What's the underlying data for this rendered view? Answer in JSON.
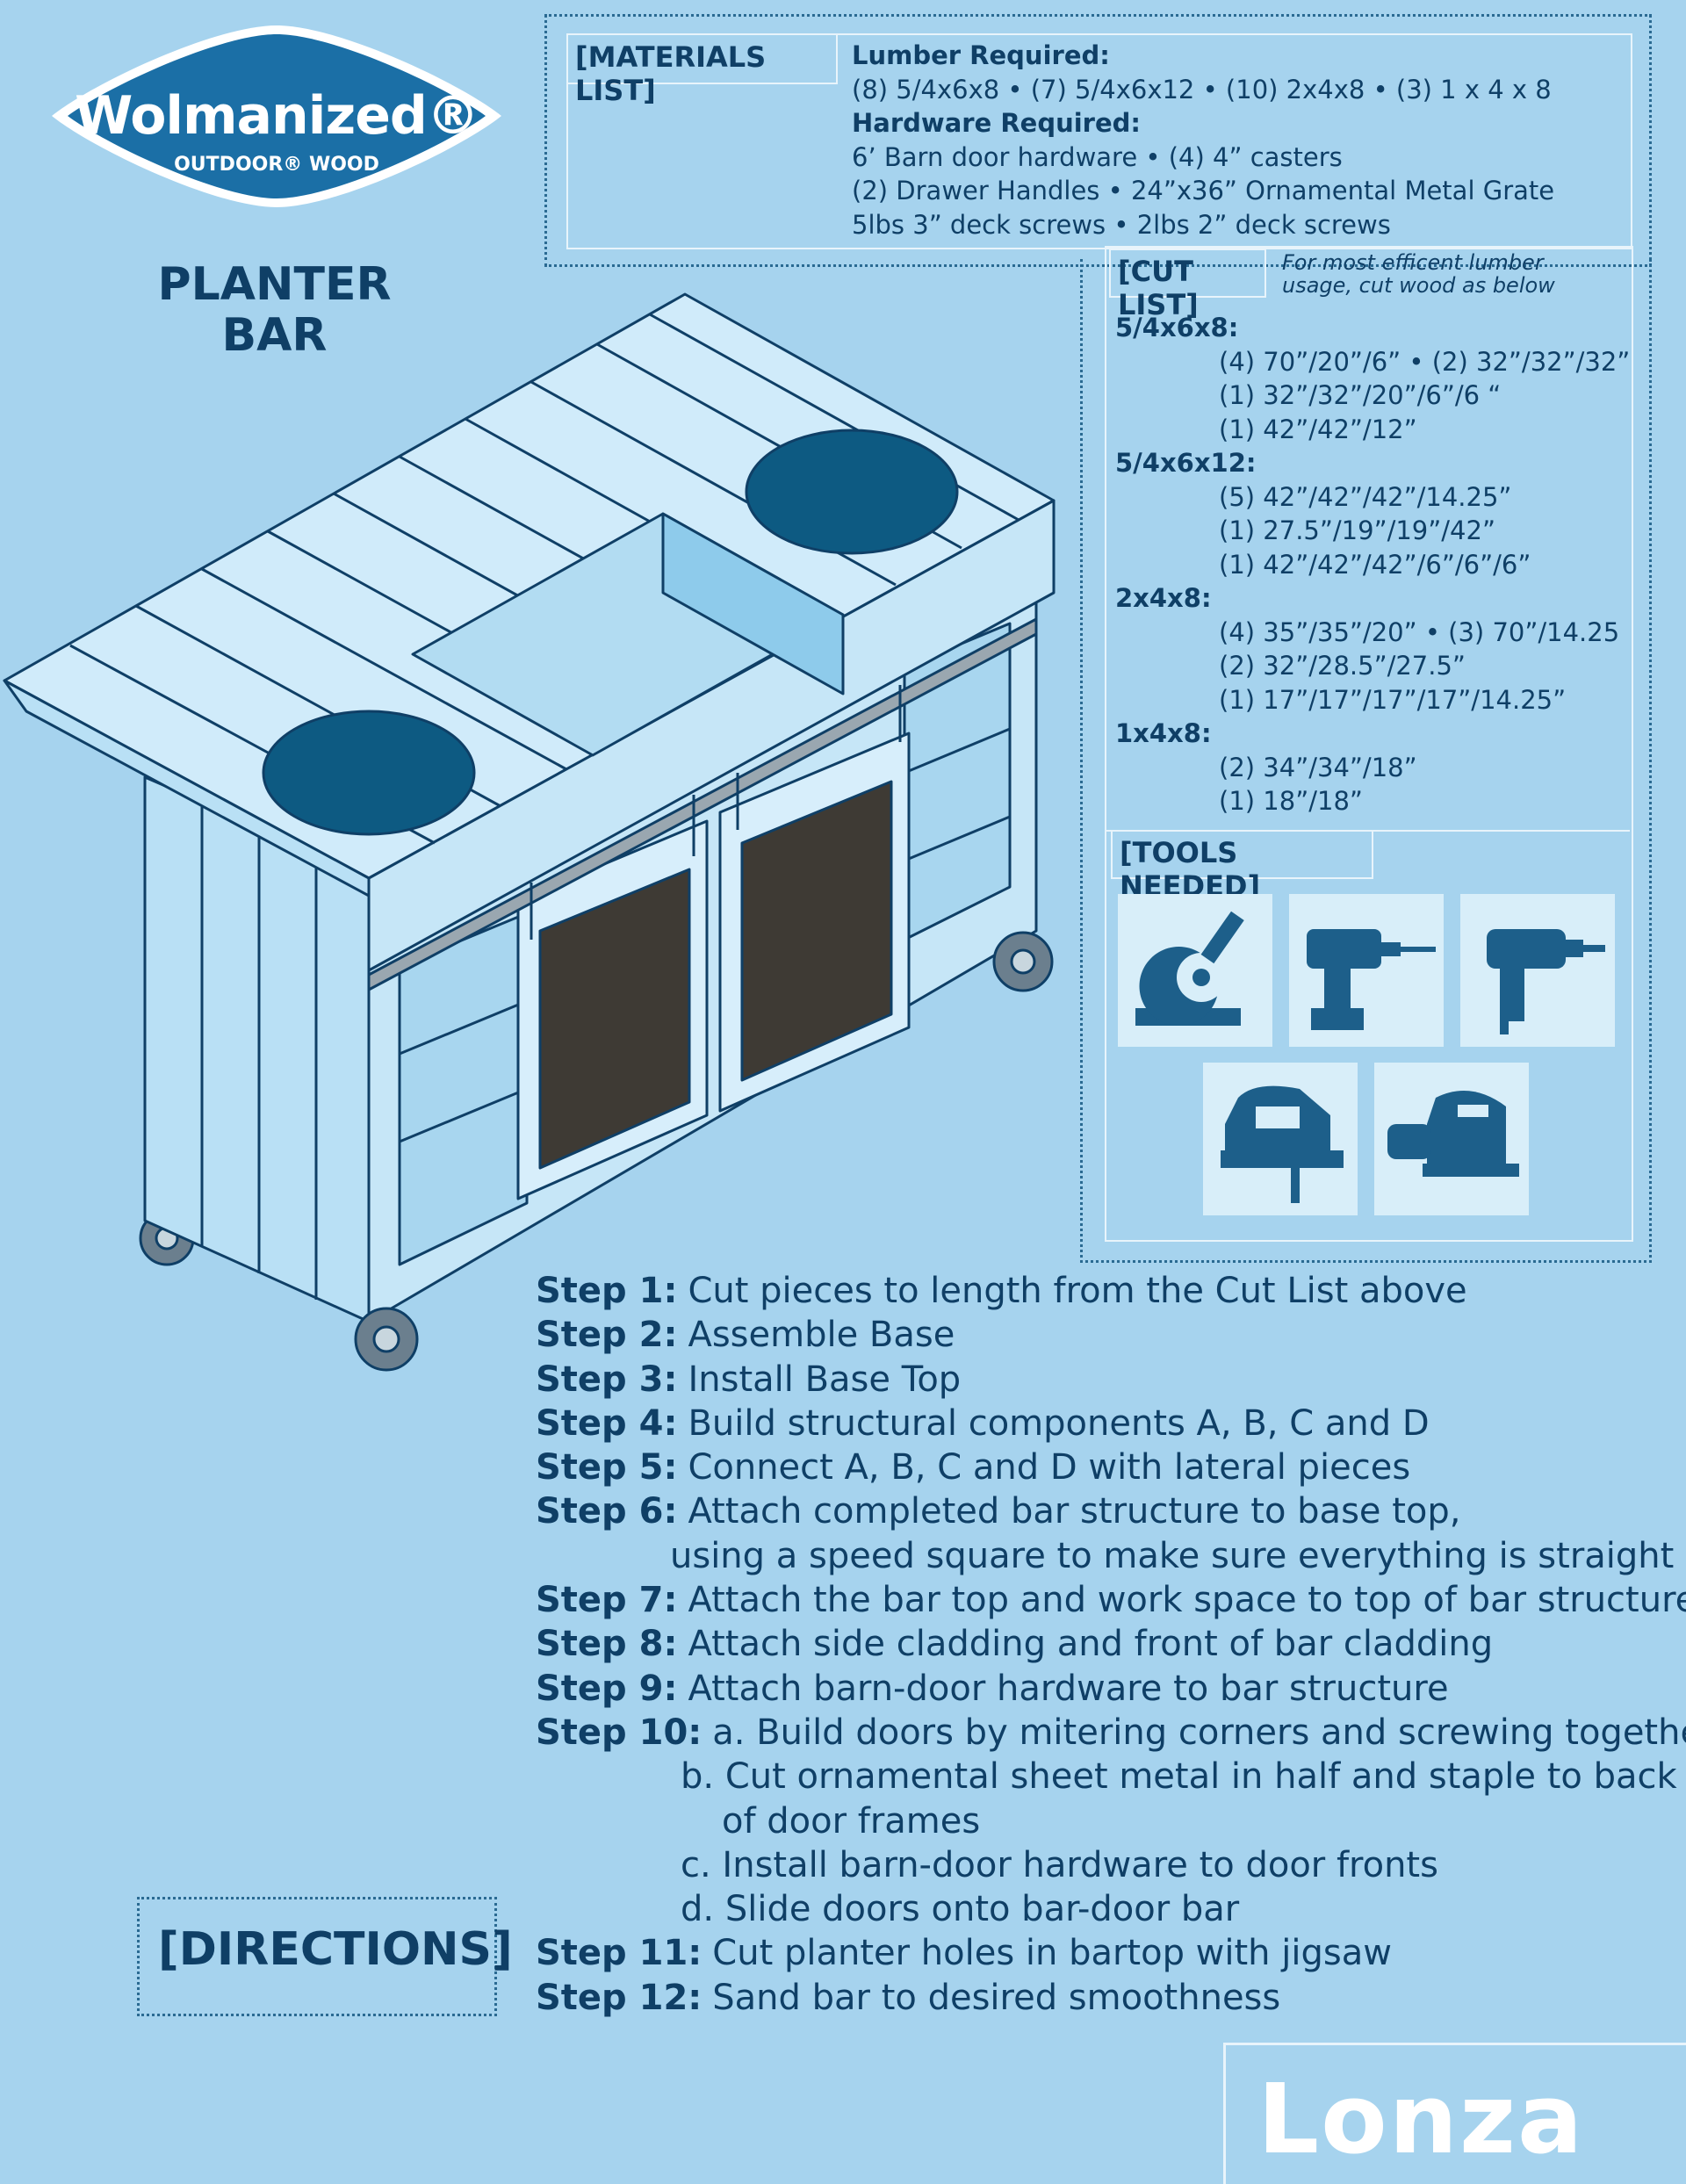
{
  "logo": {
    "brand": "Wolmanized®",
    "sub": "OUTDOOR® WOOD"
  },
  "title": {
    "line1": "PLANTER",
    "line2": "BAR"
  },
  "materials": {
    "header": "[MATERIALS LIST]",
    "lumber_heading": "Lumber Required:",
    "lumber_line": "(8) 5/4x6x8 • (7) 5/4x6x12 • (10) 2x4x8 • (3) 1 x 4 x 8",
    "hardware_heading": "Hardware Required:",
    "hardware_lines": [
      "6’ Barn door hardware • (4) 4” casters",
      "(2) Drawer Handles • 24”x36” Ornamental Metal Grate",
      "5lbs 3” deck screws • 2lbs 2” deck screws"
    ]
  },
  "cut_list": {
    "header": "[CUT LIST]",
    "note_line1": "For most efficent lumber",
    "note_line2": "usage, cut wood as below",
    "groups": [
      {
        "name": "5/4x6x8:",
        "items": [
          "(4) 70”/20”/6” • (2) 32”/32”/32”",
          "(1) 32”/32”/20”/6”/6 “",
          "(1) 42”/42”/12”"
        ]
      },
      {
        "name": "5/4x6x12:",
        "items": [
          "(5) 42”/42”/42”/14.25”",
          "(1) 27.5”/19”/19”/42”",
          "(1) 42”/42”/42”/6”/6”/6”"
        ]
      },
      {
        "name": "2x4x8:",
        "items": [
          "(4) 35”/35”/20” •  (3) 70”/14.25",
          "(2) 32”/28.5”/27.5”",
          "(1) 17”/17”/17”/17”/14.25”"
        ]
      },
      {
        "name": "1x4x8:",
        "items": [
          "(2) 34”/34”/18”",
          "(1) 18”/18”"
        ]
      }
    ]
  },
  "tools": {
    "header": "[TOOLS NEEDED]",
    "icons": [
      "miter-saw-icon",
      "cordless-drill-icon",
      "power-drill-icon",
      "jigsaw-icon",
      "orbital-sander-icon"
    ]
  },
  "steps": [
    {
      "label": "Step 1:",
      "text": "Cut pieces to length from the Cut List above"
    },
    {
      "label": "Step 2:",
      "text": "Assemble Base"
    },
    {
      "label": "Step 3:",
      "text": "Install Base Top"
    },
    {
      "label": "Step 4:",
      "text": "Build structural components A, B, C and D"
    },
    {
      "label": "Step 5:",
      "text": "Connect A, B, C and D with lateral pieces"
    },
    {
      "label": "Step 6:",
      "text": "Attach completed bar structure to base top,",
      "cont": "using a speed square to make sure everything is straight"
    },
    {
      "label": "Step 7:",
      "text": "Attach the bar top and work space to top of bar structure"
    },
    {
      "label": "Step 8:",
      "text": "Attach side cladding and front of bar cladding"
    },
    {
      "label": "Step 9:",
      "text": "Attach barn-door hardware to bar structure"
    },
    {
      "label": "Step 10:",
      "text": "a. Build doors by mitering corners and screwing together"
    }
  ],
  "step10_sub": {
    "b1": "b. Cut ornamental sheet metal in half and staple to back",
    "b2": "of door frames",
    "c": "c. Install barn-door hardware to door fronts",
    "d": "d. Slide doors onto bar-door bar"
  },
  "steps_end": [
    {
      "label": "Step 11:",
      "text": "Cut planter holes in bartop with jigsaw"
    },
    {
      "label": "Step 12:",
      "text": "Sand bar to desired smoothness"
    }
  ],
  "directions": "[DIRECTIONS]",
  "footer_brand": "Lonza",
  "colors": {
    "background": "#a6d3ee",
    "navy": "#0f3f66",
    "logo_blue": "#1b6fa6",
    "hole": "#0d5a82"
  }
}
